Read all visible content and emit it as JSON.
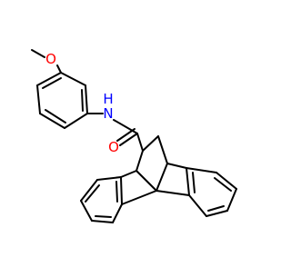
{
  "molecule": {
    "atom_labels": {
      "O_methoxy": "O",
      "N_amide": "N",
      "H_amide": "H",
      "O_carbonyl": "O"
    },
    "colors": {
      "bond": "#000000",
      "oxygen": "#ff0000",
      "nitrogen": "#0000ff"
    }
  }
}
